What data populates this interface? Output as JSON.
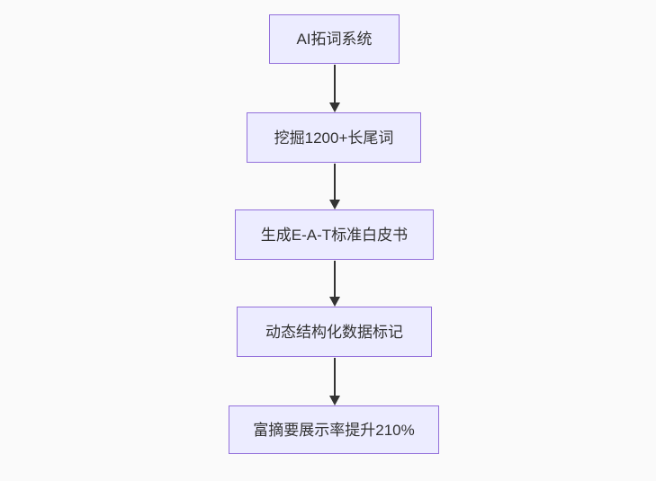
{
  "diagram": {
    "type": "flowchart",
    "direction": "top-to-bottom",
    "nodes": [
      {
        "id": "A",
        "label": "AI拓词系统"
      },
      {
        "id": "B",
        "label": "挖掘1200+长尾词"
      },
      {
        "id": "C",
        "label": "生成E-A-T标准白皮书"
      },
      {
        "id": "D",
        "label": "动态结构化数据标记"
      },
      {
        "id": "E",
        "label": "富摘要展示率提升210%"
      }
    ],
    "edges": [
      {
        "from": "A",
        "to": "B"
      },
      {
        "from": "B",
        "to": "C"
      },
      {
        "from": "C",
        "to": "D"
      },
      {
        "from": "D",
        "to": "E"
      }
    ],
    "arrowhead": "filled-triangle-down",
    "colors": {
      "background": "#fafafa",
      "node_fill": "#ececff",
      "node_border": "#9370db",
      "node_text": "#333333",
      "arrow": "#333333"
    }
  }
}
